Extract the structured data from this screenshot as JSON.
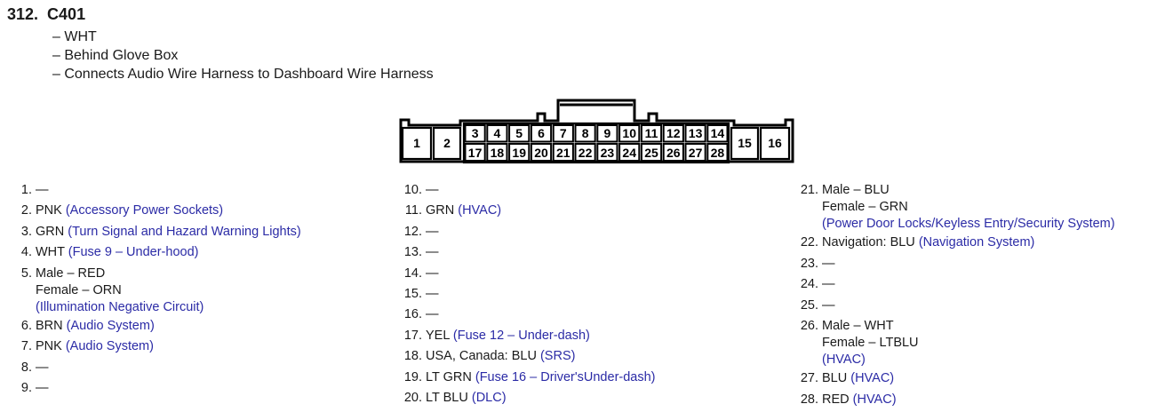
{
  "header": {
    "number": "312.",
    "connector": "C401",
    "details": [
      "– WHT",
      "– Behind Glove Box",
      "– Connects Audio Wire Harness to Dashboard Wire Harness"
    ]
  },
  "connector_pins": {
    "large": [
      "1",
      "2",
      "15",
      "16"
    ],
    "top_row": [
      "3",
      "4",
      "5",
      "6",
      "7",
      "8",
      "9",
      "10",
      "11",
      "12",
      "13",
      "14"
    ],
    "bottom_row": [
      "17",
      "18",
      "19",
      "20",
      "21",
      "22",
      "23",
      "24",
      "25",
      "26",
      "27",
      "28"
    ]
  },
  "columns": [
    [
      {
        "n": "1.",
        "lines": [
          {
            "text": "—"
          }
        ]
      },
      {
        "n": "2.",
        "lines": [
          {
            "text": "PNK ",
            "note": "(Accessory Power Sockets)"
          }
        ]
      },
      {
        "n": "3.",
        "lines": [
          {
            "text": "GRN ",
            "note": "(Turn Signal and Hazard Warning Lights)"
          }
        ]
      },
      {
        "n": "4.",
        "lines": [
          {
            "text": "WHT ",
            "note": "(Fuse 9 – Under-hood)"
          }
        ]
      },
      {
        "n": "5.",
        "lines": [
          {
            "text": "Male – RED"
          },
          {
            "text": "Female – ORN"
          },
          {
            "note": "(Illumination Negative Circuit)"
          }
        ]
      },
      {
        "n": "6.",
        "lines": [
          {
            "text": "BRN ",
            "note": "(Audio System)"
          }
        ]
      },
      {
        "n": "7.",
        "lines": [
          {
            "text": "PNK ",
            "note": "(Audio System)"
          }
        ]
      },
      {
        "n": "8.",
        "lines": [
          {
            "text": "—"
          }
        ]
      },
      {
        "n": "9.",
        "lines": [
          {
            "text": "—"
          }
        ]
      }
    ],
    [
      {
        "n": "10.",
        "lines": [
          {
            "text": "—"
          }
        ]
      },
      {
        "n": "11.",
        "lines": [
          {
            "text": "GRN ",
            "note": "(HVAC)"
          }
        ]
      },
      {
        "n": "12.",
        "lines": [
          {
            "text": "—"
          }
        ]
      },
      {
        "n": "13.",
        "lines": [
          {
            "text": "—"
          }
        ]
      },
      {
        "n": "14.",
        "lines": [
          {
            "text": "—"
          }
        ]
      },
      {
        "n": "15.",
        "lines": [
          {
            "text": "—"
          }
        ]
      },
      {
        "n": "16.",
        "lines": [
          {
            "text": "—"
          }
        ]
      },
      {
        "n": "17.",
        "lines": [
          {
            "text": "YEL ",
            "note": "(Fuse 12 – Under-dash)"
          }
        ]
      },
      {
        "n": "18.",
        "lines": [
          {
            "text": "USA, Canada: BLU ",
            "note": "(SRS)"
          }
        ]
      },
      {
        "n": "19.",
        "lines": [
          {
            "text": "LT GRN ",
            "note": "(Fuse 16 – Driver'sUnder-dash)"
          }
        ]
      },
      {
        "n": "20.",
        "lines": [
          {
            "text": "LT BLU ",
            "note": "(DLC)"
          }
        ]
      }
    ],
    [
      {
        "n": "21.",
        "lines": [
          {
            "text": "Male – BLU"
          },
          {
            "text": "Female – GRN"
          },
          {
            "note": "(Power Door Locks/Keyless Entry/Security System)"
          }
        ]
      },
      {
        "n": "22.",
        "lines": [
          {
            "text": "Navigation: BLU ",
            "note": "(Navigation System)"
          }
        ]
      },
      {
        "n": "23.",
        "lines": [
          {
            "text": "—"
          }
        ]
      },
      {
        "n": "24.",
        "lines": [
          {
            "text": "—"
          }
        ]
      },
      {
        "n": "25.",
        "lines": [
          {
            "text": "—"
          }
        ]
      },
      {
        "n": "26.",
        "lines": [
          {
            "text": "Male – WHT"
          },
          {
            "text": "Female – LTBLU"
          },
          {
            "note": "(HVAC)"
          }
        ]
      },
      {
        "n": "27.",
        "lines": [
          {
            "text": "BLU ",
            "note": "(HVAC)"
          }
        ]
      },
      {
        "n": "28.",
        "lines": [
          {
            "text": "RED ",
            "note": "(HVAC)"
          }
        ]
      }
    ]
  ]
}
